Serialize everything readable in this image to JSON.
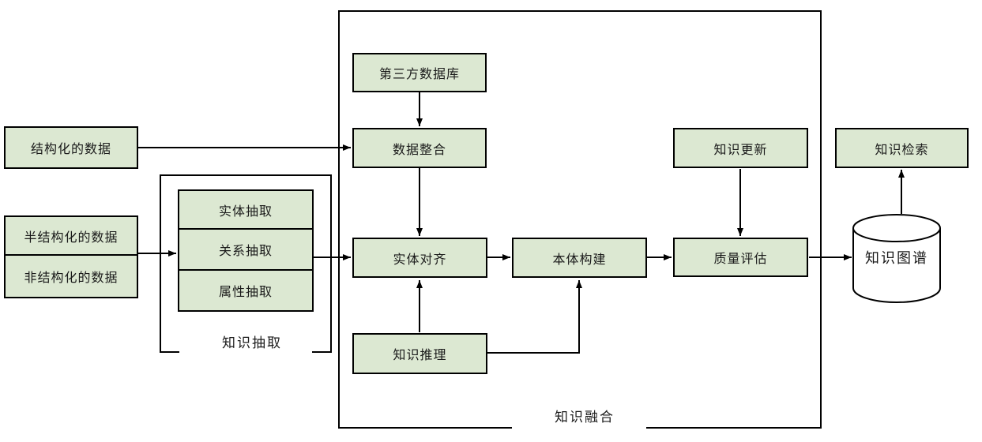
{
  "diagram": {
    "nodes": {
      "structured_data": {
        "label": "结构化的数据"
      },
      "semi_structured_data": {
        "label": "半结构化的数据"
      },
      "unstructured_data": {
        "label": "非结构化的数据"
      },
      "entity_extraction": {
        "label": "实体抽取"
      },
      "relation_extraction": {
        "label": "关系抽取"
      },
      "attribute_extraction": {
        "label": "属性抽取"
      },
      "knowledge_extraction_group": {
        "label": "知识抽取"
      },
      "third_party_database": {
        "label": "第三方数据库"
      },
      "data_integration": {
        "label": "数据整合"
      },
      "entity_alignment": {
        "label": "实体对齐"
      },
      "ontology_construction": {
        "label": "本体构建"
      },
      "knowledge_reasoning": {
        "label": "知识推理"
      },
      "knowledge_update": {
        "label": "知识更新"
      },
      "quality_assessment": {
        "label": "质量评估"
      },
      "knowledge_fusion_group": {
        "label": "知识融合"
      },
      "knowledge_graph_store": {
        "label": "知识图谱"
      },
      "knowledge_retrieval": {
        "label": "知识检索"
      }
    },
    "colors": {
      "node_fill": "#dce8d2",
      "line": "#000000",
      "background": "#ffffff",
      "text": "#1a1a1a"
    }
  }
}
